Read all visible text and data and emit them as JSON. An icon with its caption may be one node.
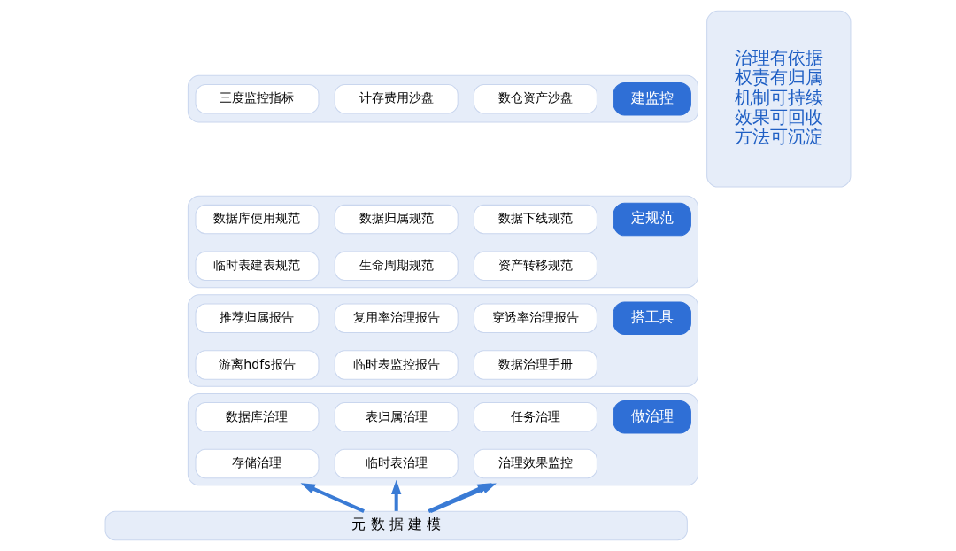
{
  "diagram": {
    "nodes": [
      {
        "text": [
          "治理有依据",
          "权责有归属",
          "机制可持续",
          "效果可回收",
          "方法可沉淀"
        ]
      },
      {
        "text": [],
        "shape": "box"
      },
      {
        "text": [
          "建监控"
        ],
        "in": 1
      },
      {
        "text": [
          "三度监控指标"
        ],
        "in": 1
      },
      {
        "text": [
          "计存费用沙盘"
        ],
        "in": 1
      },
      {
        "text": [
          "数仓资产沙盘"
        ],
        "in": 1
      },
      {
        "text": [],
        "shape": "box"
      },
      {
        "text": [
          "定规范"
        ],
        "in": 6
      },
      {
        "text": [
          "数据库使用规范"
        ],
        "in": 6
      },
      {
        "text": [
          "数据归属规范"
        ],
        "in": 6
      },
      {
        "text": [
          "数据下线规范"
        ],
        "in": 6
      },
      {
        "text": [
          "临时表建表规范"
        ],
        "in": 6
      },
      {
        "text": [
          "生命周期规范"
        ],
        "in": 6
      },
      {
        "text": [
          "资产转移规范"
        ],
        "in": 6
      },
      {
        "text": [],
        "shape": "box"
      },
      {
        "text": [
          "搭工具"
        ],
        "in": 14
      },
      {
        "text": [
          "推荐归属报告"
        ],
        "in": 14
      },
      {
        "text": [
          "复用率治理报告"
        ],
        "in": 14
      },
      {
        "text": [
          "穿透率治理报告"
        ],
        "in": 14
      },
      {
        "text": [
          "游离hdfs报告"
        ],
        "in": 14
      },
      {
        "text": [
          "临时表监控报告"
        ],
        "in": 14
      },
      {
        "text": [
          "数据治理手册"
        ],
        "in": 14
      },
      {
        "text": [],
        "shape": "box"
      },
      {
        "text": [
          "做治理"
        ],
        "in": 22
      },
      {
        "text": [
          "数据库治理"
        ],
        "in": 22
      },
      {
        "text": [
          "表归属治理"
        ],
        "in": 22
      },
      {
        "text": [
          "任务治理"
        ],
        "in": 22
      },
      {
        "text": [
          "存储治理"
        ],
        "in": 22
      },
      {
        "text": [
          "临时表治理"
        ],
        "in": 22
      },
      {
        "text": [
          "治理效果监控"
        ],
        "in": 22
      },
      {
        "text": [
          "元 数 据 建 模"
        ]
      }
    ],
    "edges": [
      {
        "from": 30,
        "to": 22,
        "arrow": "to"
      },
      {
        "from": 30,
        "to": 22,
        "arrow": "to"
      },
      {
        "from": 30,
        "to": 22,
        "arrow": "to"
      },
      {
        "from": 30,
        "to": 22,
        "arrow": "to"
      }
    ]
  }
}
